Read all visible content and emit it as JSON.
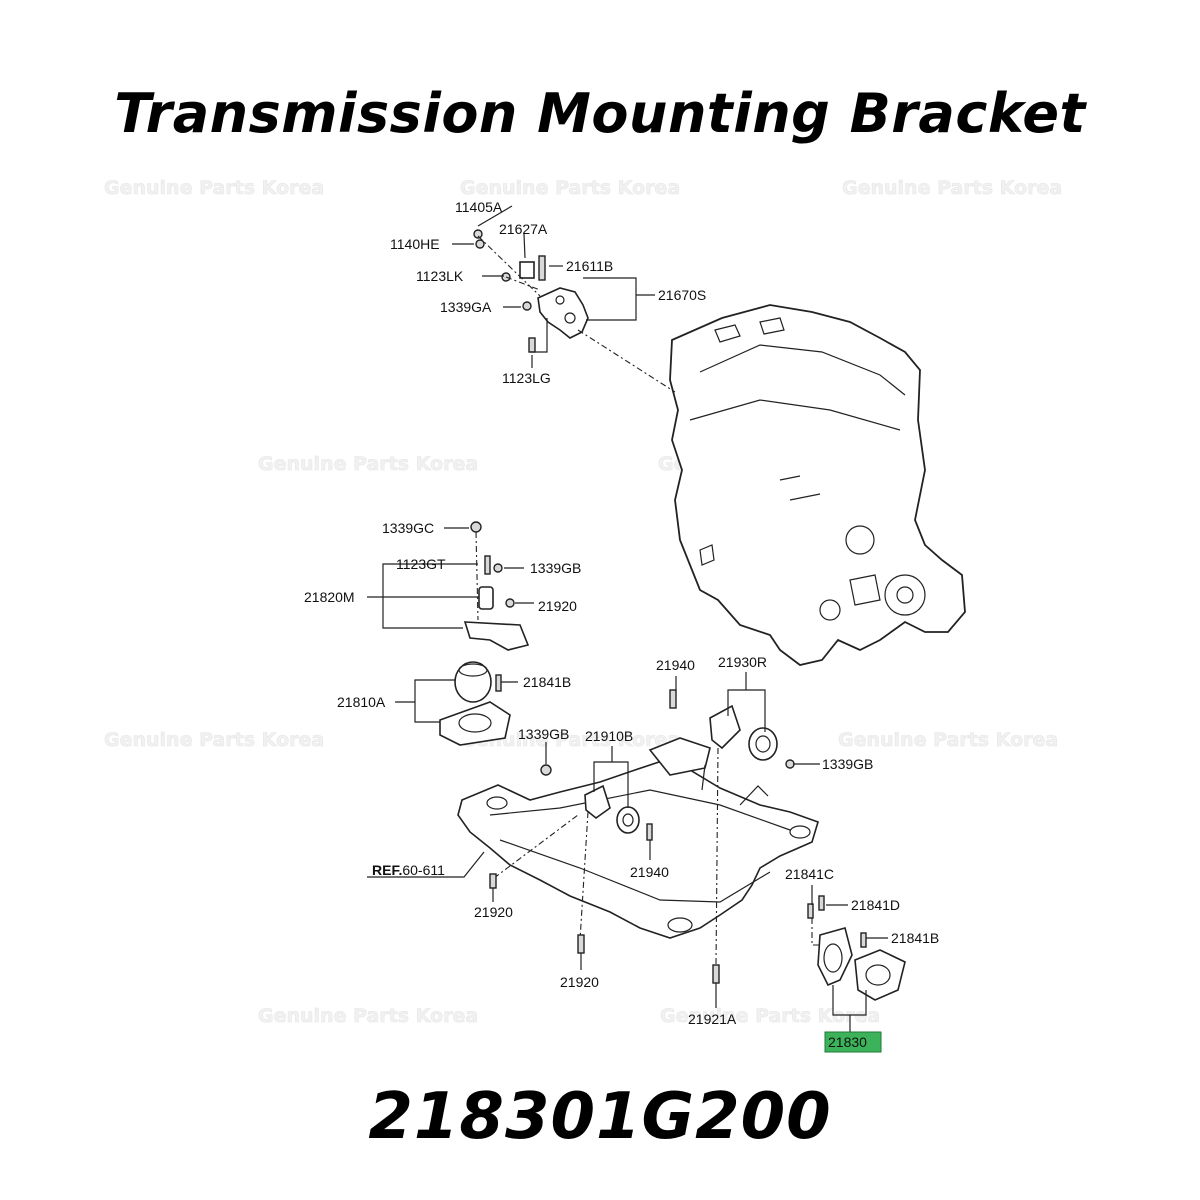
{
  "title": "Transmission Mounting Bracket",
  "part_number": "218301G200",
  "watermark": "Genuine Parts Korea",
  "highlight_color": "#3cb35a",
  "labels": {
    "l11405A": "11405A",
    "l1140HE": "1140HE",
    "l21627A": "21627A",
    "l1123LK": "1123LK",
    "l21611B": "21611B",
    "l21670S": "21670S",
    "l1339GA": "1339GA",
    "l1123LG": "1123LG",
    "l1339GC": "1339GC",
    "l1123GT": "1123GT",
    "l1339GB_top": "1339GB",
    "l21820M": "21820M",
    "l21920_top": "21920",
    "l21841B_left": "21841B",
    "l21810A": "21810A",
    "l21940_right": "21940",
    "l21930R": "21930R",
    "l1339GB_mid": "1339GB",
    "l21910B": "21910B",
    "l1339GB_right": "1339GB",
    "l21940_mid": "21940",
    "ref_prefix": "REF.",
    "ref_value": "60-611",
    "l21841C": "21841C",
    "l21841D": "21841D",
    "l21841B_right": "21841B",
    "l21920_left": "21920",
    "l21920_bottom": "21920",
    "l21921A": "21921A",
    "l21830": "21830"
  }
}
